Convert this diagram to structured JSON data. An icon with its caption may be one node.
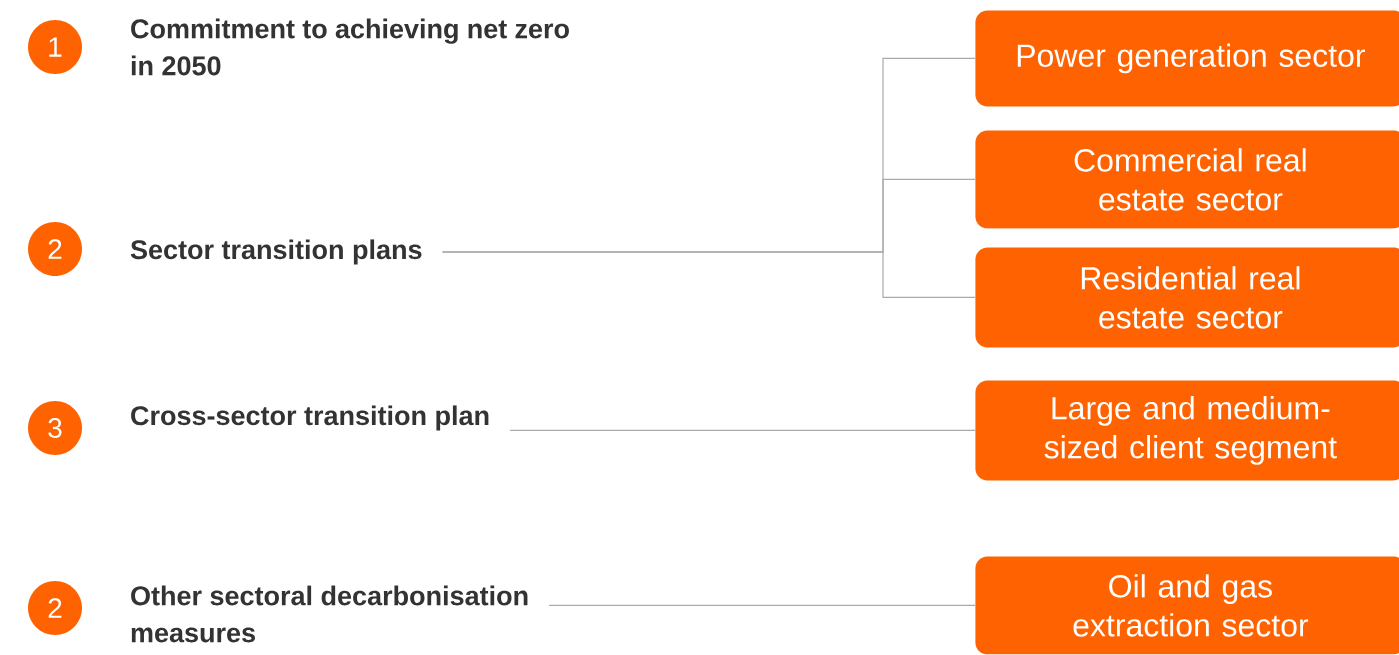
{
  "diagram": {
    "nodes": [
      {
        "text": [
          "1"
        ]
      },
      {
        "text": [
          "Commitment to achieving net zero in 2050"
        ]
      },
      {
        "text": [
          "2"
        ]
      },
      {
        "text": [
          "Sector transition plans"
        ]
      },
      {
        "text": [
          "3"
        ]
      },
      {
        "text": [
          "Cross-sector transition plan"
        ]
      },
      {
        "text": [
          "2"
        ]
      },
      {
        "text": [
          "Other sectoral decarbonisation measures"
        ]
      },
      {
        "text": [
          "Power generation sector"
        ]
      },
      {
        "text": [
          "Commercial real estate sector"
        ]
      },
      {
        "text": [
          "Residential real estate sector"
        ]
      },
      {
        "text": [
          "Large and medium-sized client segment"
        ]
      },
      {
        "text": [
          "Oil and gas extraction sector"
        ]
      }
    ],
    "edges": [
      {
        "from": 3,
        "to": 8,
        "arrow": "none"
      },
      {
        "from": 3,
        "to": 9,
        "arrow": "none"
      },
      {
        "from": 3,
        "to": 10,
        "arrow": "none"
      },
      {
        "from": 5,
        "to": 11,
        "arrow": "none"
      },
      {
        "from": 7,
        "to": 12,
        "arrow": "none"
      }
    ]
  }
}
